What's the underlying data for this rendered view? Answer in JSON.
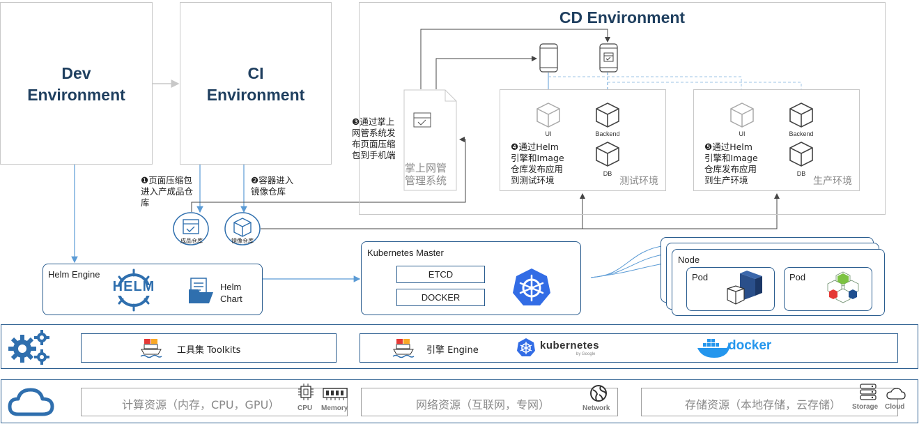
{
  "dev_env": {
    "title_line1": "Dev",
    "title_line2": "Environment"
  },
  "ci_env": {
    "title_line1": "CI",
    "title_line2": "Environment"
  },
  "cd_env": {
    "title": "CD Environment"
  },
  "steps": {
    "step1": [
      "❶页面压缩包",
      "进入产成品仓",
      "库"
    ],
    "step2": [
      "❷容器进入",
      "镜像仓库"
    ],
    "step3": [
      "❸通过掌上",
      "网管系统发",
      "布页面压缩",
      "包到手机端"
    ],
    "step4": [
      "❹通过Helm",
      "引擎和Image",
      "仓库发布应用",
      "到测试环境"
    ],
    "step5": [
      "❺通过Helm",
      "引擎和Image",
      "仓库发布应用",
      "到生产环境"
    ]
  },
  "mgmt": {
    "line1": "掌上网管",
    "line2": "管理系统"
  },
  "test_env": {
    "label": "测试环境",
    "ui": "UI",
    "backend": "Backend",
    "db": "DB"
  },
  "prod_env": {
    "label": "生产环境",
    "ui": "UI",
    "backend": "Backend",
    "db": "DB"
  },
  "repos": {
    "artifact": "成品仓库",
    "image": "镜像仓库"
  },
  "helm": {
    "title": "Helm Engine",
    "logo_text": "HELM",
    "chart_line1": "Helm",
    "chart_line2": "Chart"
  },
  "k8s_master": {
    "title": "Kubernetes Master",
    "etcd": "ETCD",
    "docker": "DOCKER"
  },
  "node": {
    "title": "Node",
    "pod1": "Pod",
    "pod2": "Pod"
  },
  "toolkits": {
    "label": "工具集 Toolkits"
  },
  "engine": {
    "label": "引擎 Engine",
    "kubernetes": "kubernetes",
    "kubernetes_sub": "by Google",
    "docker": "docker"
  },
  "resources": {
    "compute": "计算资源（内存，CPU，GPU）",
    "cpu": "CPU",
    "memory": "Memory",
    "network": "网络资源（互联网，专网）",
    "network_icon": "Network",
    "storage": "存储资源（本地存储，云存储）",
    "storage_icon": "Storage",
    "cloud_icon": "Cloud"
  },
  "colors": {
    "dark_blue": "#1f3f5f",
    "helm_blue": "#2f6fae",
    "k8s_blue": "#326ce5",
    "line_blue": "#5b9bd5",
    "docker_blue": "#2496ed"
  }
}
